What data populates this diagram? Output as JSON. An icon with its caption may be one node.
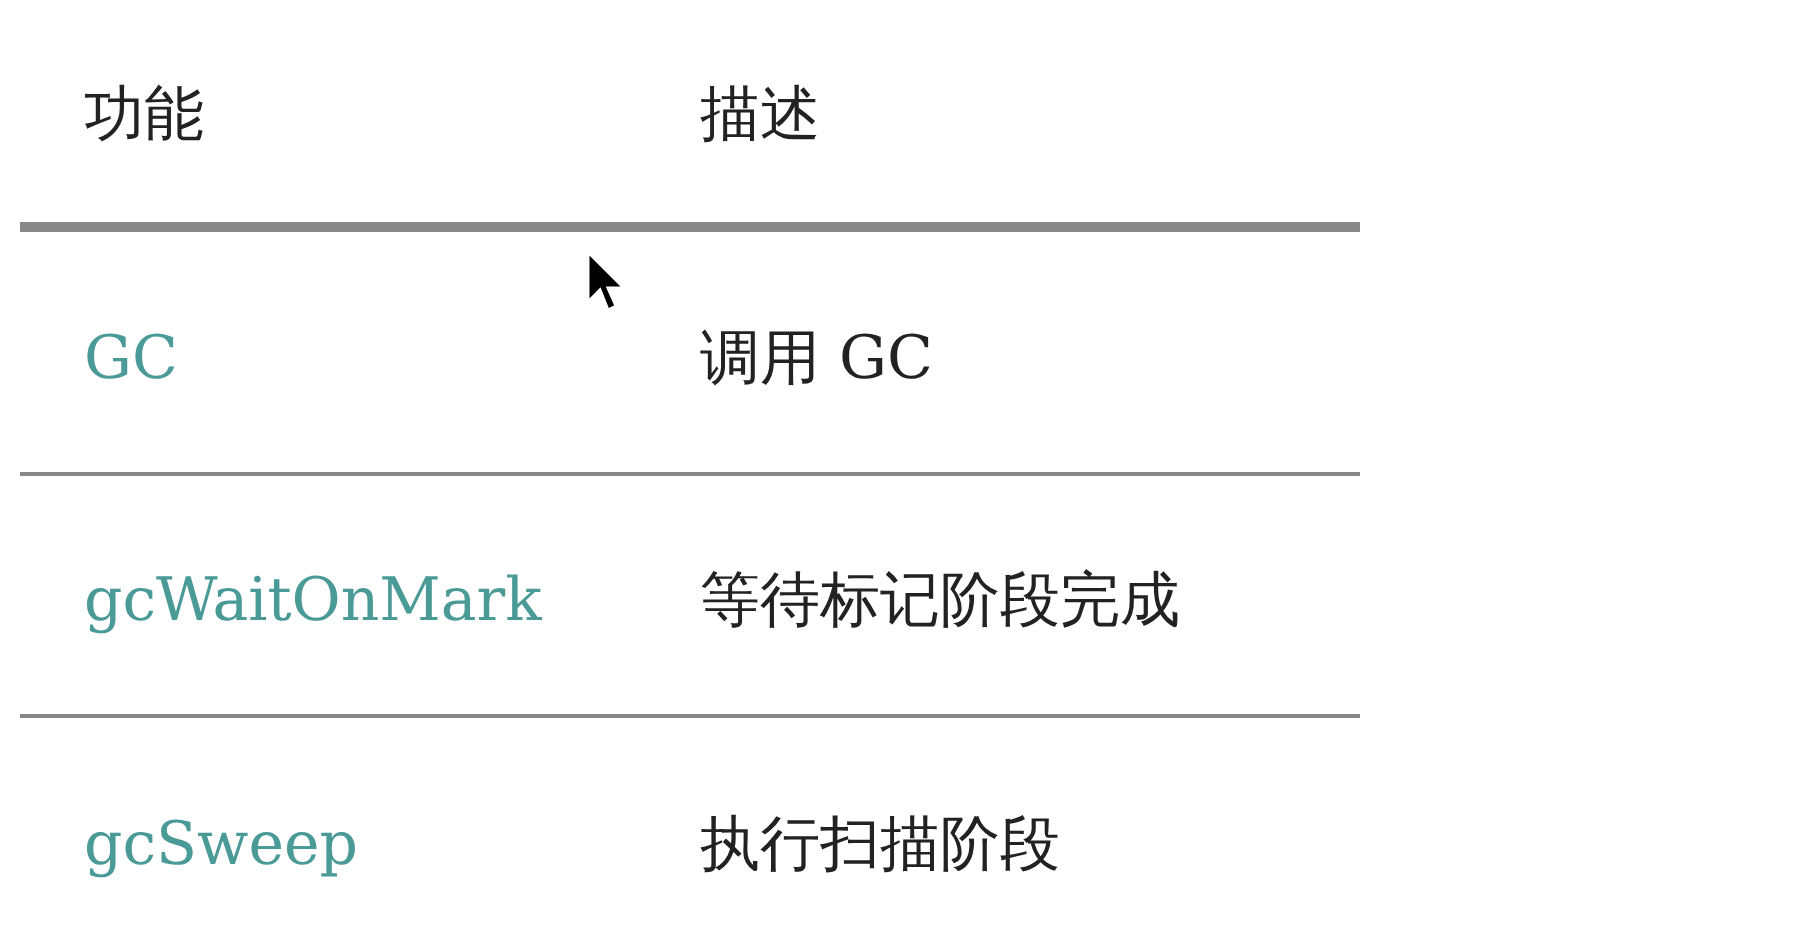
{
  "diagram": {
    "labels": [
      "功能",
      "描述",
      "GC",
      "调用 GC",
      "gcWaitOnMark",
      "等待标记阶段完成",
      "gcSweep",
      "执行扫描阶段"
    ]
  }
}
